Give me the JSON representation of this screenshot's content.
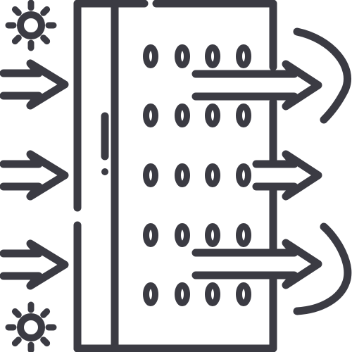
{
  "icon": {
    "semantic_name": "thermal-wall-heat-transfer-icon",
    "stroke_color": "#3b3b43",
    "background_color": "#ffffff",
    "sun_count": 2,
    "incoming_arrow_count": 3,
    "outgoing_arrow_count": 3,
    "wave_count": 2,
    "particle_rows": 5,
    "particle_columns": 4
  }
}
